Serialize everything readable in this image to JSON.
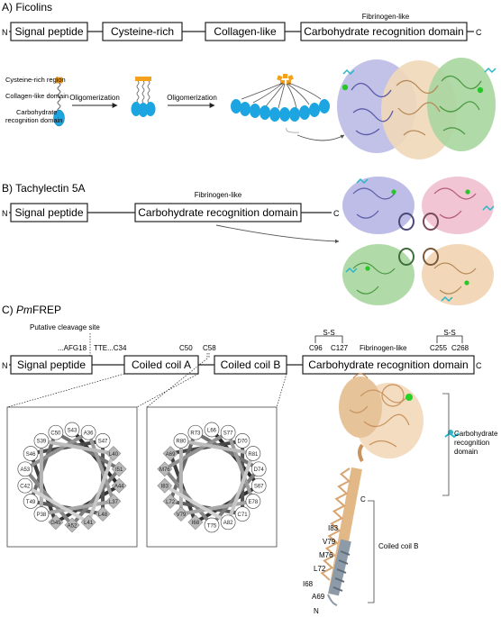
{
  "panelA": {
    "title": "A) Ficolins",
    "n_term": "N",
    "c_term": "C",
    "domains": [
      "Signal peptide",
      "Cysteine-rich",
      "Collagen-like",
      "Carbohydrate recognition domain"
    ],
    "fibrinogen_label": "Fibrinogen-like",
    "legend": {
      "cys": "Cysteine-rich region",
      "col": "Collagen-like domain",
      "crd1": "Carbohydrate",
      "crd2": "recognition domain"
    },
    "step1": "Oligomerization",
    "step2": "Oligomerization"
  },
  "panelB": {
    "title": "B) Tachylectin 5A",
    "n_term": "N",
    "c_term": "C",
    "domains": [
      "Signal peptide",
      "Carbohydrate recognition domain"
    ],
    "fibrinogen_label": "Fibrinogen-like"
  },
  "panelC": {
    "title_prefix": "C) ",
    "title_italic": "Pm",
    "title_suffix": "FREP",
    "cleavage_label": "Putative cleavage site",
    "n_term": "N",
    "c_term": "C",
    "domains": [
      "Signal peptide",
      "Coiled coil A",
      "Coiled coil B",
      "Carbohydrate recognition domain"
    ],
    "markers": {
      "afg18": "...AFG18",
      "tte": "TTE...C34",
      "c50": "C50",
      "c58": "C58",
      "c96": "C96",
      "c127": "C127",
      "c255": "C255",
      "c268": "C268",
      "ss1": "S-S",
      "ss2": "S-S"
    },
    "fibrinogen_label": "Fibrinogen-like",
    "wheelA": [
      "S43",
      "A36",
      "S47",
      "L40",
      "I51",
      "A44",
      "L37",
      "L48",
      "L41",
      "A52",
      "G45",
      "P38",
      "T49",
      "C42",
      "A53",
      "S46",
      "S39",
      "C50"
    ],
    "wheelA_hydrophobic": [
      "L40",
      "I51",
      "A44",
      "L37",
      "L48",
      "L41",
      "A52",
      "G45"
    ],
    "wheelB": [
      "L66",
      "S77",
      "D70",
      "R81",
      "D74",
      "S67",
      "E78",
      "C71",
      "A82",
      "T75",
      "I68",
      "V79",
      "L72",
      "I83",
      "M76",
      "A69",
      "R80",
      "R73"
    ],
    "wheelB_hydrophobic": [
      "I68",
      "V79",
      "L72",
      "I83",
      "M76",
      "A69"
    ],
    "structure_labels": {
      "crd1": "Carbohydrate",
      "crd2": "recognition",
      "crd3": "domain",
      "coil": "Coiled coil B",
      "c": "C",
      "n": "N"
    },
    "residues": [
      "I83",
      "V79",
      "M76",
      "L72",
      "I68",
      "A69"
    ]
  }
}
